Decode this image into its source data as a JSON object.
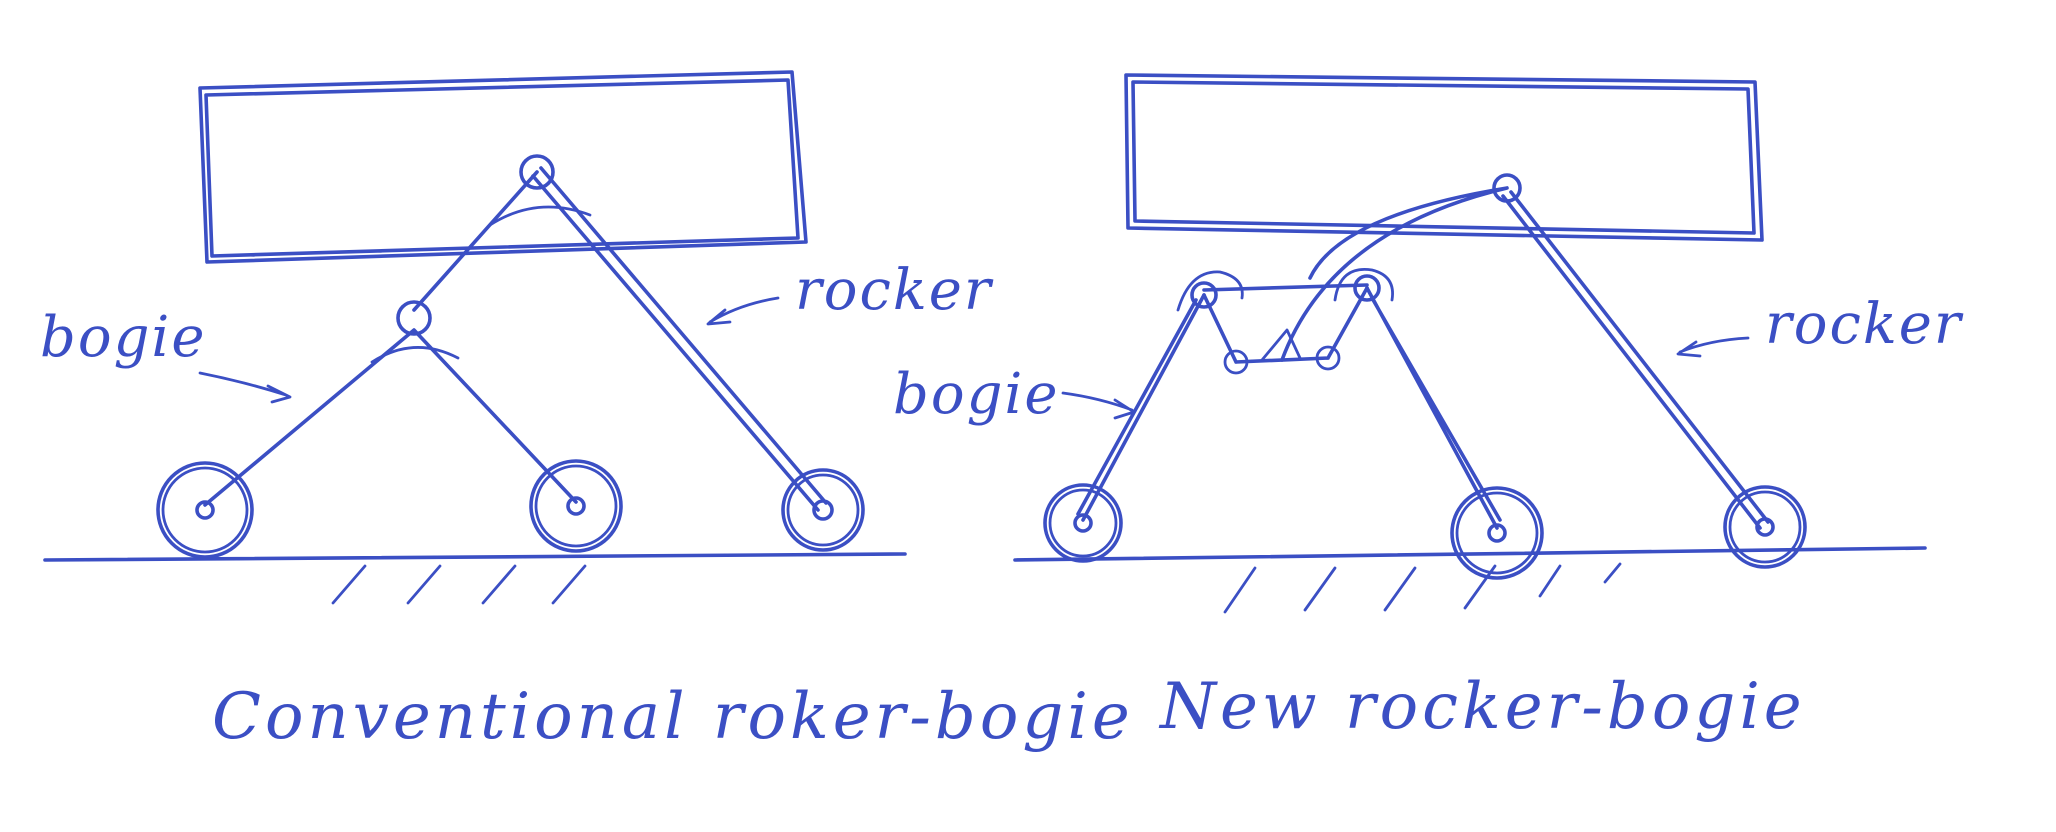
{
  "left_diagram": {
    "bogie_label": "bogie",
    "rocker_label": "rocker",
    "caption": "Conventional roker-bogie"
  },
  "right_diagram": {
    "bogie_label": "bogie",
    "rocker_label": "rocker",
    "caption": "New rocker-bogie"
  },
  "colors": {
    "ink": "#3b4fc4",
    "paper": "#ffffff"
  }
}
